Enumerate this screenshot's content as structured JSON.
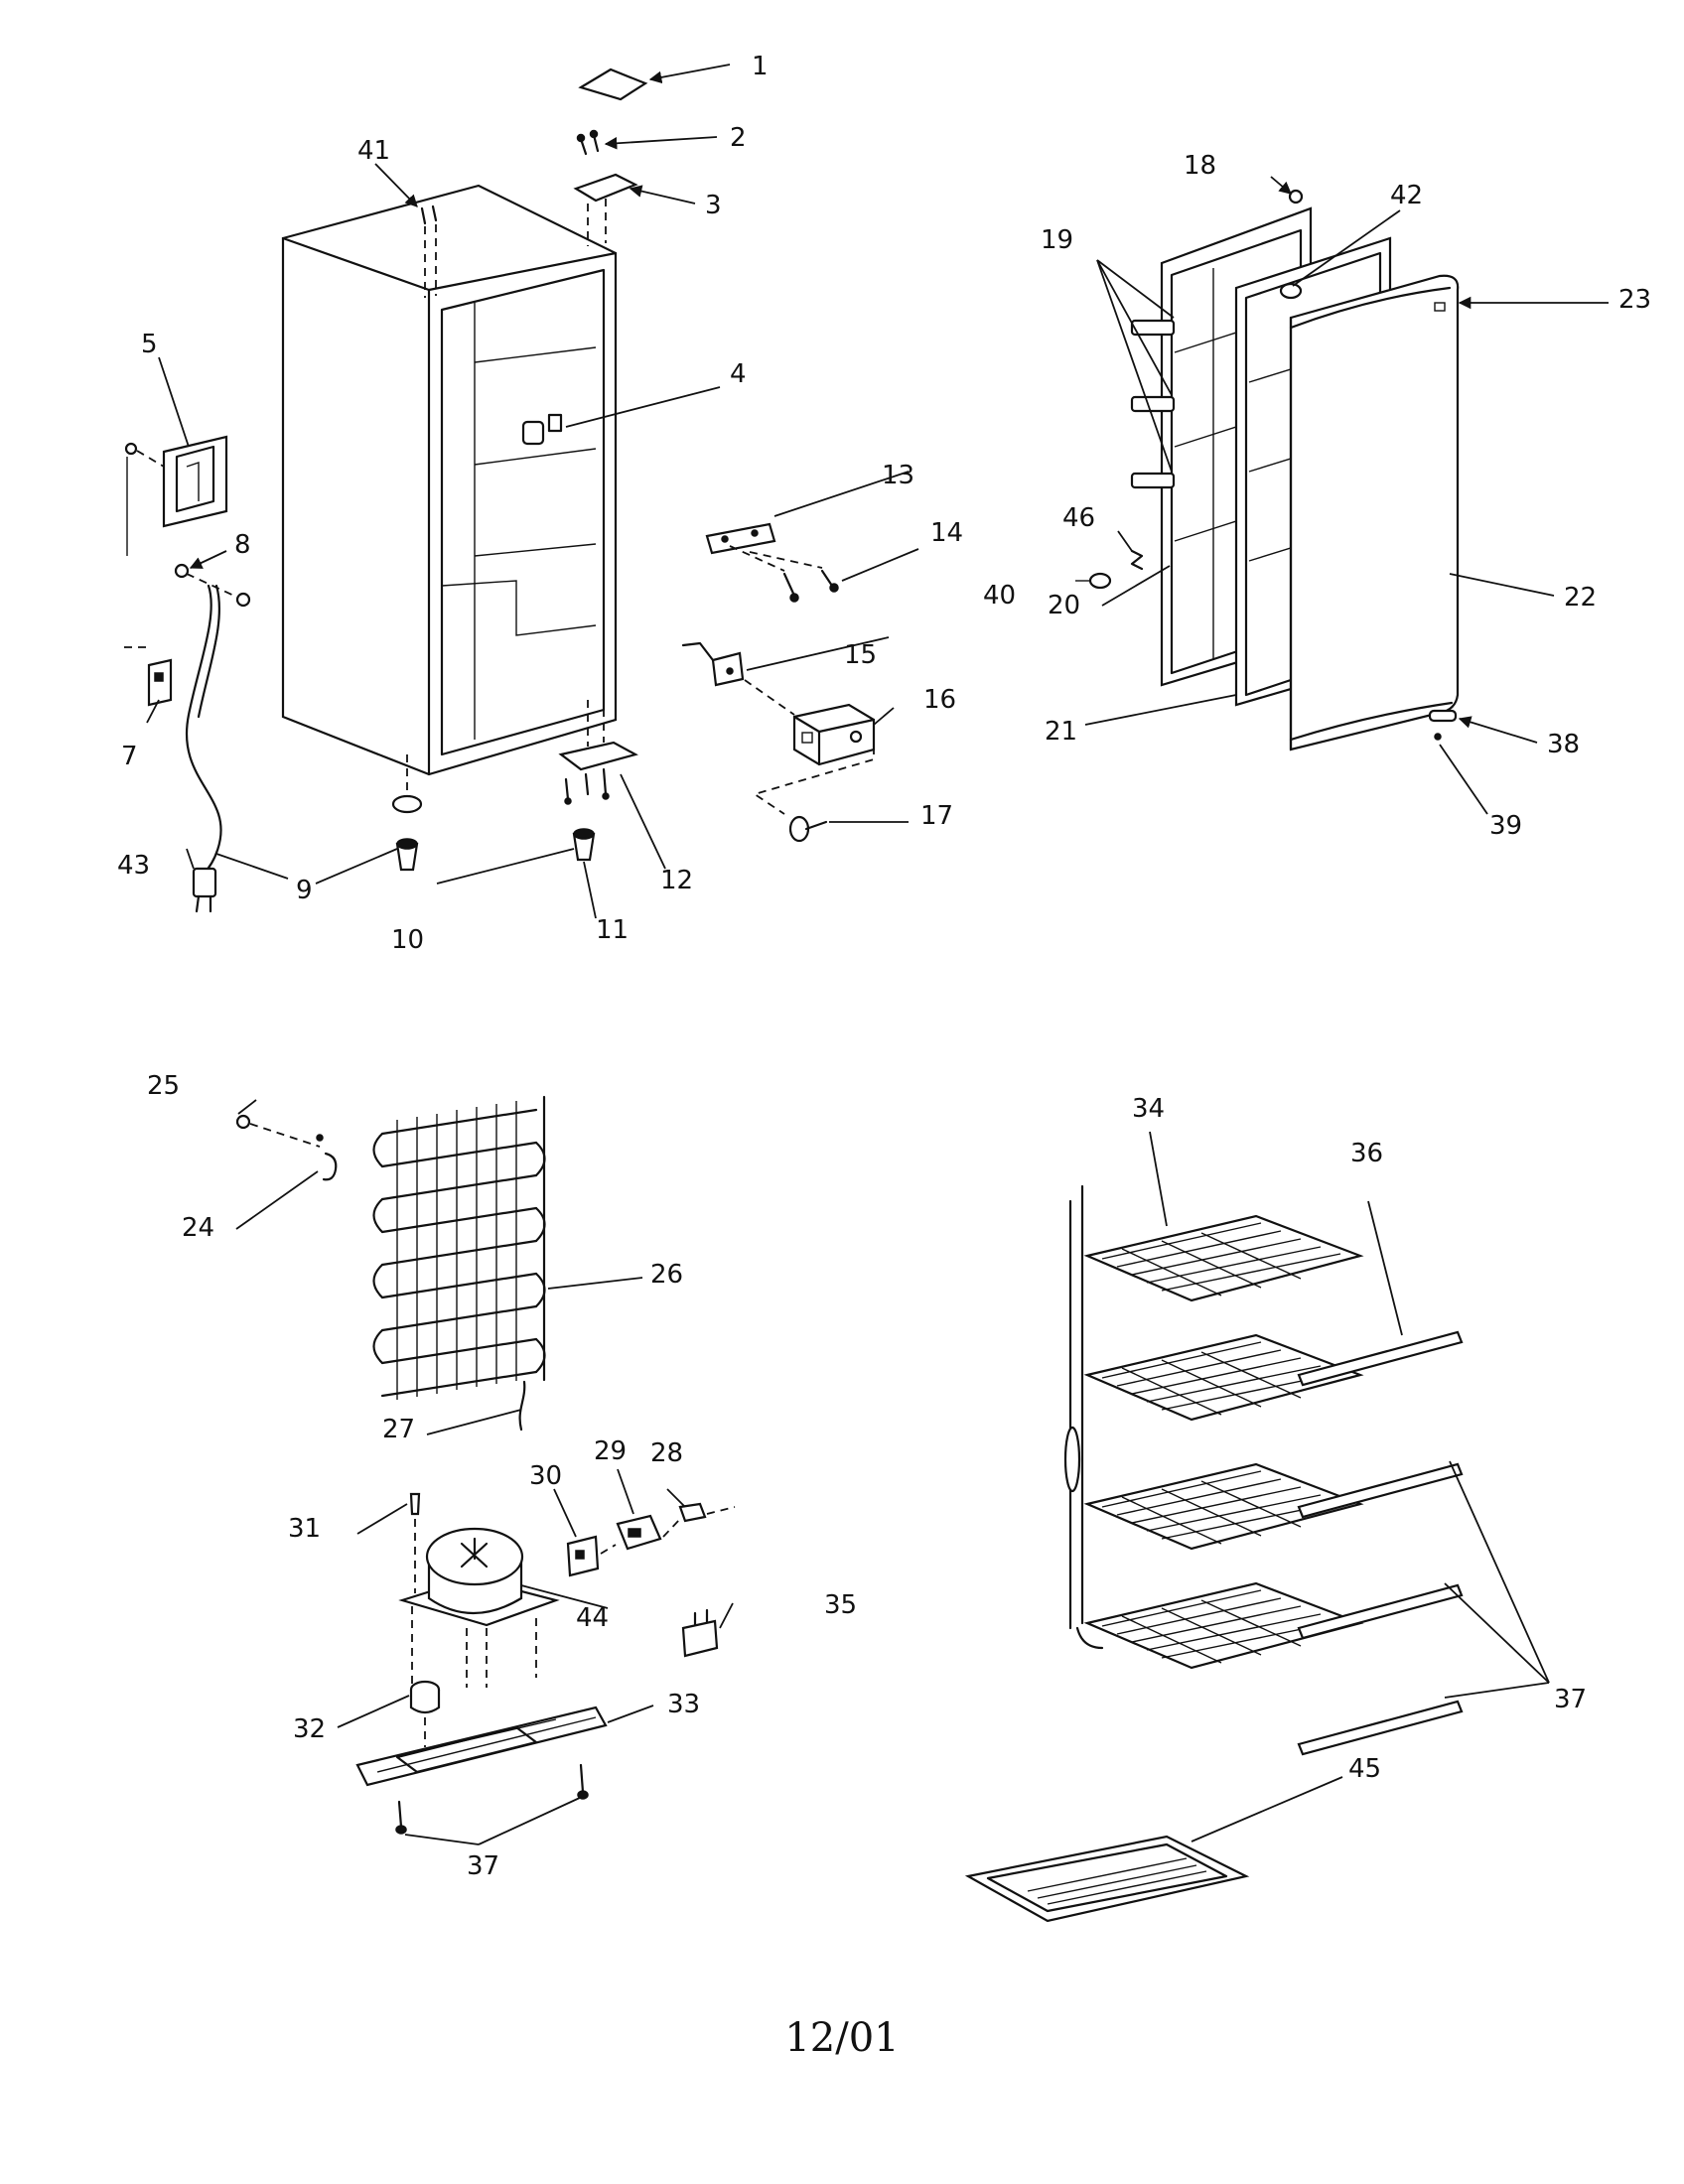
{
  "labels": [
    "1",
    "2",
    "3",
    "4",
    "5",
    "8",
    "7",
    "9",
    "10",
    "11",
    "12",
    "13",
    "14",
    "15",
    "16",
    "17",
    "18",
    "19",
    "20",
    "21",
    "22",
    "23",
    "38",
    "39",
    "40",
    "41",
    "42",
    "43",
    "46",
    "24",
    "25",
    "26",
    "27",
    "28",
    "29",
    "30",
    "31",
    "32",
    "33",
    "35",
    "34",
    "36",
    "37",
    "44",
    "45"
  ],
  "footer": "12/01"
}
